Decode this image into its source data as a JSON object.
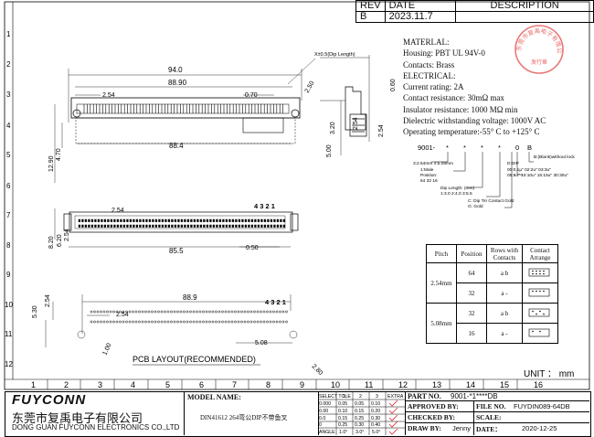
{
  "revision": {
    "headers": [
      "REV",
      "DATE",
      "DESCRIPTION"
    ],
    "rev": "B",
    "date": "2023.11.7"
  },
  "spec": {
    "lines": [
      "MATERLAL:",
      "Housing: PBT UL 94V-0",
      "Contacts: Brass",
      "ELECTRICAL:",
      "Current rating: 2A",
      "Contact resistance: 30mΩ max",
      "Insulator resistance: 1000 MΩ min",
      "Dielectric withstanding voltage: 1000V  AC",
      "Operating temperature:-55° C to +125° C"
    ]
  },
  "stamp": {
    "line1": "东莞市复禹电子有限公司",
    "line2": "发行章"
  },
  "part_code": {
    "base": "9001-",
    "chars": [
      "*",
      "*",
      "*",
      "*",
      "0",
      "B"
    ],
    "notes": [
      "B:(Blank)without lock",
      "D:DIP",
      "00:0.1μ\"  02:2u\"  03:3u\"",
      "05:5u\"  10:10u\"  15:15u\"  30:30u\"",
      "3:2.54mm  4:5.08mm",
      "1:Male",
      "Position:",
      "64 32 16",
      "Dip Length: (mm)",
      "1:3.0  2:4.0  3:5.5",
      "C: Dip  Tin Contact Gold",
      "G: Gold"
    ]
  },
  "position_table": {
    "headers": [
      "Pitch",
      "Position",
      "Rows  with Contacts",
      "Contact Arrange"
    ],
    "groups": [
      {
        "pitch": "2.54mm",
        "rows": [
          {
            "position": "64",
            "contacts": "a  b"
          },
          {
            "position": "32",
            "contacts": "a  -"
          }
        ]
      },
      {
        "pitch": "5.08mm",
        "rows": [
          {
            "position": "32",
            "contacts": "a  b"
          },
          {
            "position": "16",
            "contacts": "a  -"
          }
        ]
      }
    ]
  },
  "dims": {
    "d940": "94.0",
    "d8890": "88.90",
    "d254a": "2.54",
    "d070": "0.70",
    "d250": "2.50",
    "d1290": "12.90",
    "d470": "4.70",
    "d884": "88.4",
    "d500": "5.00",
    "d320": "3.20",
    "d254b": "2.54",
    "d060": "0.60",
    "d254c": "2.54",
    "dip_length": "X±0.5(Dip Length)",
    "d254d": "2.54",
    "d4321a": "4 3 2 1",
    "d820": "8.20",
    "d620": "6.20",
    "d254e": "2.54",
    "d855": "85.5",
    "d050": "0.50",
    "d530": "5.30",
    "d254f": "2.54",
    "d889": "88.9",
    "d254g": "2.54",
    "d4321b": "4 3 2 1",
    "d100": "1.00",
    "d508": "5.08",
    "d280": "2.80",
    "pcb_layout": "PCB  LAYOUT(RECOMMENDED)",
    "unit": "UNIT ： mm"
  },
  "ruler": {
    "top": [
      "1",
      "2",
      "3",
      "4",
      "5",
      "6",
      "7",
      "8",
      "9",
      "10",
      "11",
      "12",
      "13",
      "14",
      "15",
      "16"
    ],
    "left": [
      "1",
      "2",
      "3",
      "4",
      "5",
      "6",
      "7",
      "8",
      "9",
      "10",
      "11",
      "12"
    ]
  },
  "title_block": {
    "logo": "FUYCONN",
    "company_cn": "东莞市复禹电子有限公司",
    "company_en": "DONG GUAN FUYCONN ELECTRONICS CO.,LTD",
    "model_label": "MODEL NAME:",
    "model_value": "DIN41612   264弯公DIP不带鱼叉",
    "tol_header": [
      "SELECT TOLE",
      "1",
      "2",
      "3",
      "EXTRA"
    ],
    "tol_rows": [
      [
        "0.000",
        "0.05",
        "0.05",
        "0.10"
      ],
      [
        "0.00",
        "0.10",
        "0.15",
        "0.20"
      ],
      [
        "0.0",
        "0.15",
        "0.25",
        "0.30"
      ],
      [
        "0",
        "0.25",
        "0.30",
        "0.40"
      ],
      [
        "ANGLE",
        "1.0°",
        "3.0°",
        "5.0°"
      ]
    ],
    "part_no_label": "PART NO.",
    "part_no_value": "9001-*1****DB",
    "file_no_label": "FILE NO.",
    "file_no_value": "FUYDIN089-64DB",
    "approved_label": "APPROVED BY:",
    "scale_label": "SCALE:",
    "checked_label": "CHECKED BY:",
    "draw_label": "DRAW BY:",
    "draw_value": "Jenny",
    "date_label": "DATE：",
    "date_value": "2020-12-25"
  }
}
